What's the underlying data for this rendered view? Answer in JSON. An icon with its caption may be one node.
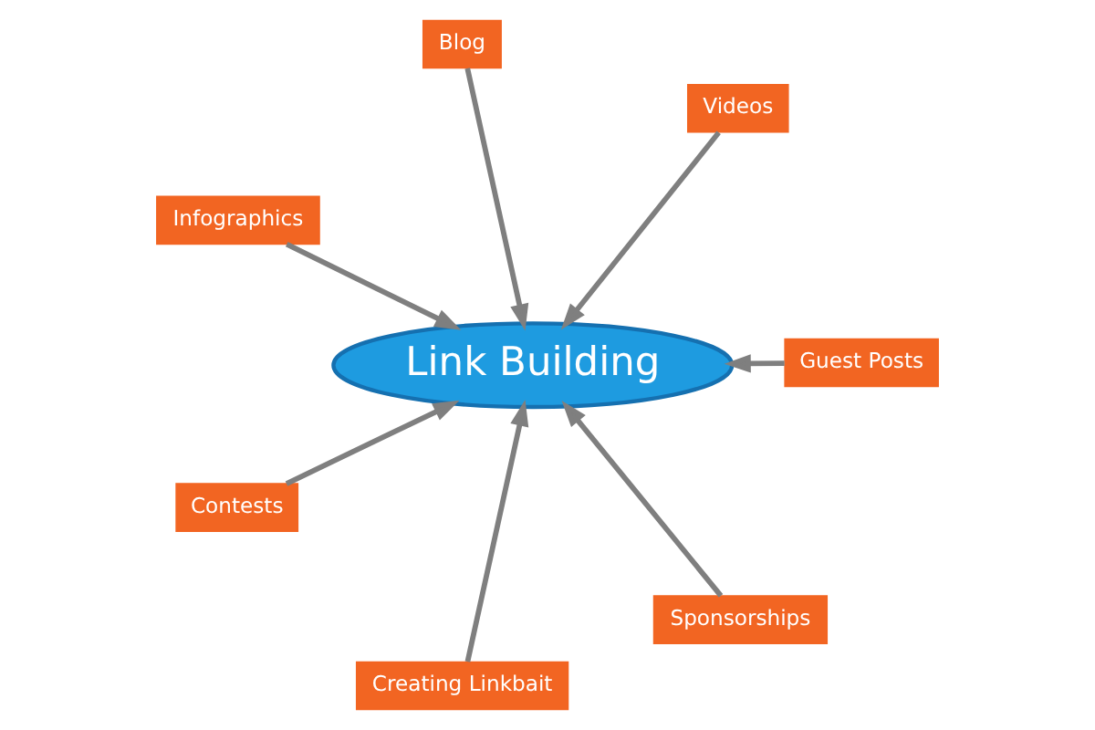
{
  "diagram": {
    "nodes": [
      {
        "text": [
          "Link Building"
        ]
      },
      {
        "text": [
          "Guest Posts"
        ]
      },
      {
        "text": [
          "Creating Linkbait"
        ]
      },
      {
        "text": [
          "Infographics"
        ]
      },
      {
        "text": [
          "Videos"
        ]
      },
      {
        "text": [
          "Blog"
        ]
      },
      {
        "text": [
          "Contests"
        ]
      },
      {
        "text": [
          "Sponsorships"
        ]
      }
    ],
    "edges": [
      {
        "from": 1,
        "to": 0,
        "arrow": "to"
      },
      {
        "from": 2,
        "to": 0,
        "arrow": "to"
      },
      {
        "from": 3,
        "to": 0,
        "arrow": "to"
      },
      {
        "from": 4,
        "to": 0,
        "arrow": "to"
      },
      {
        "from": 5,
        "to": 0,
        "arrow": "to"
      },
      {
        "from": 6,
        "to": 0,
        "arrow": "to"
      },
      {
        "from": 7,
        "to": 0,
        "arrow": "to"
      }
    ]
  }
}
